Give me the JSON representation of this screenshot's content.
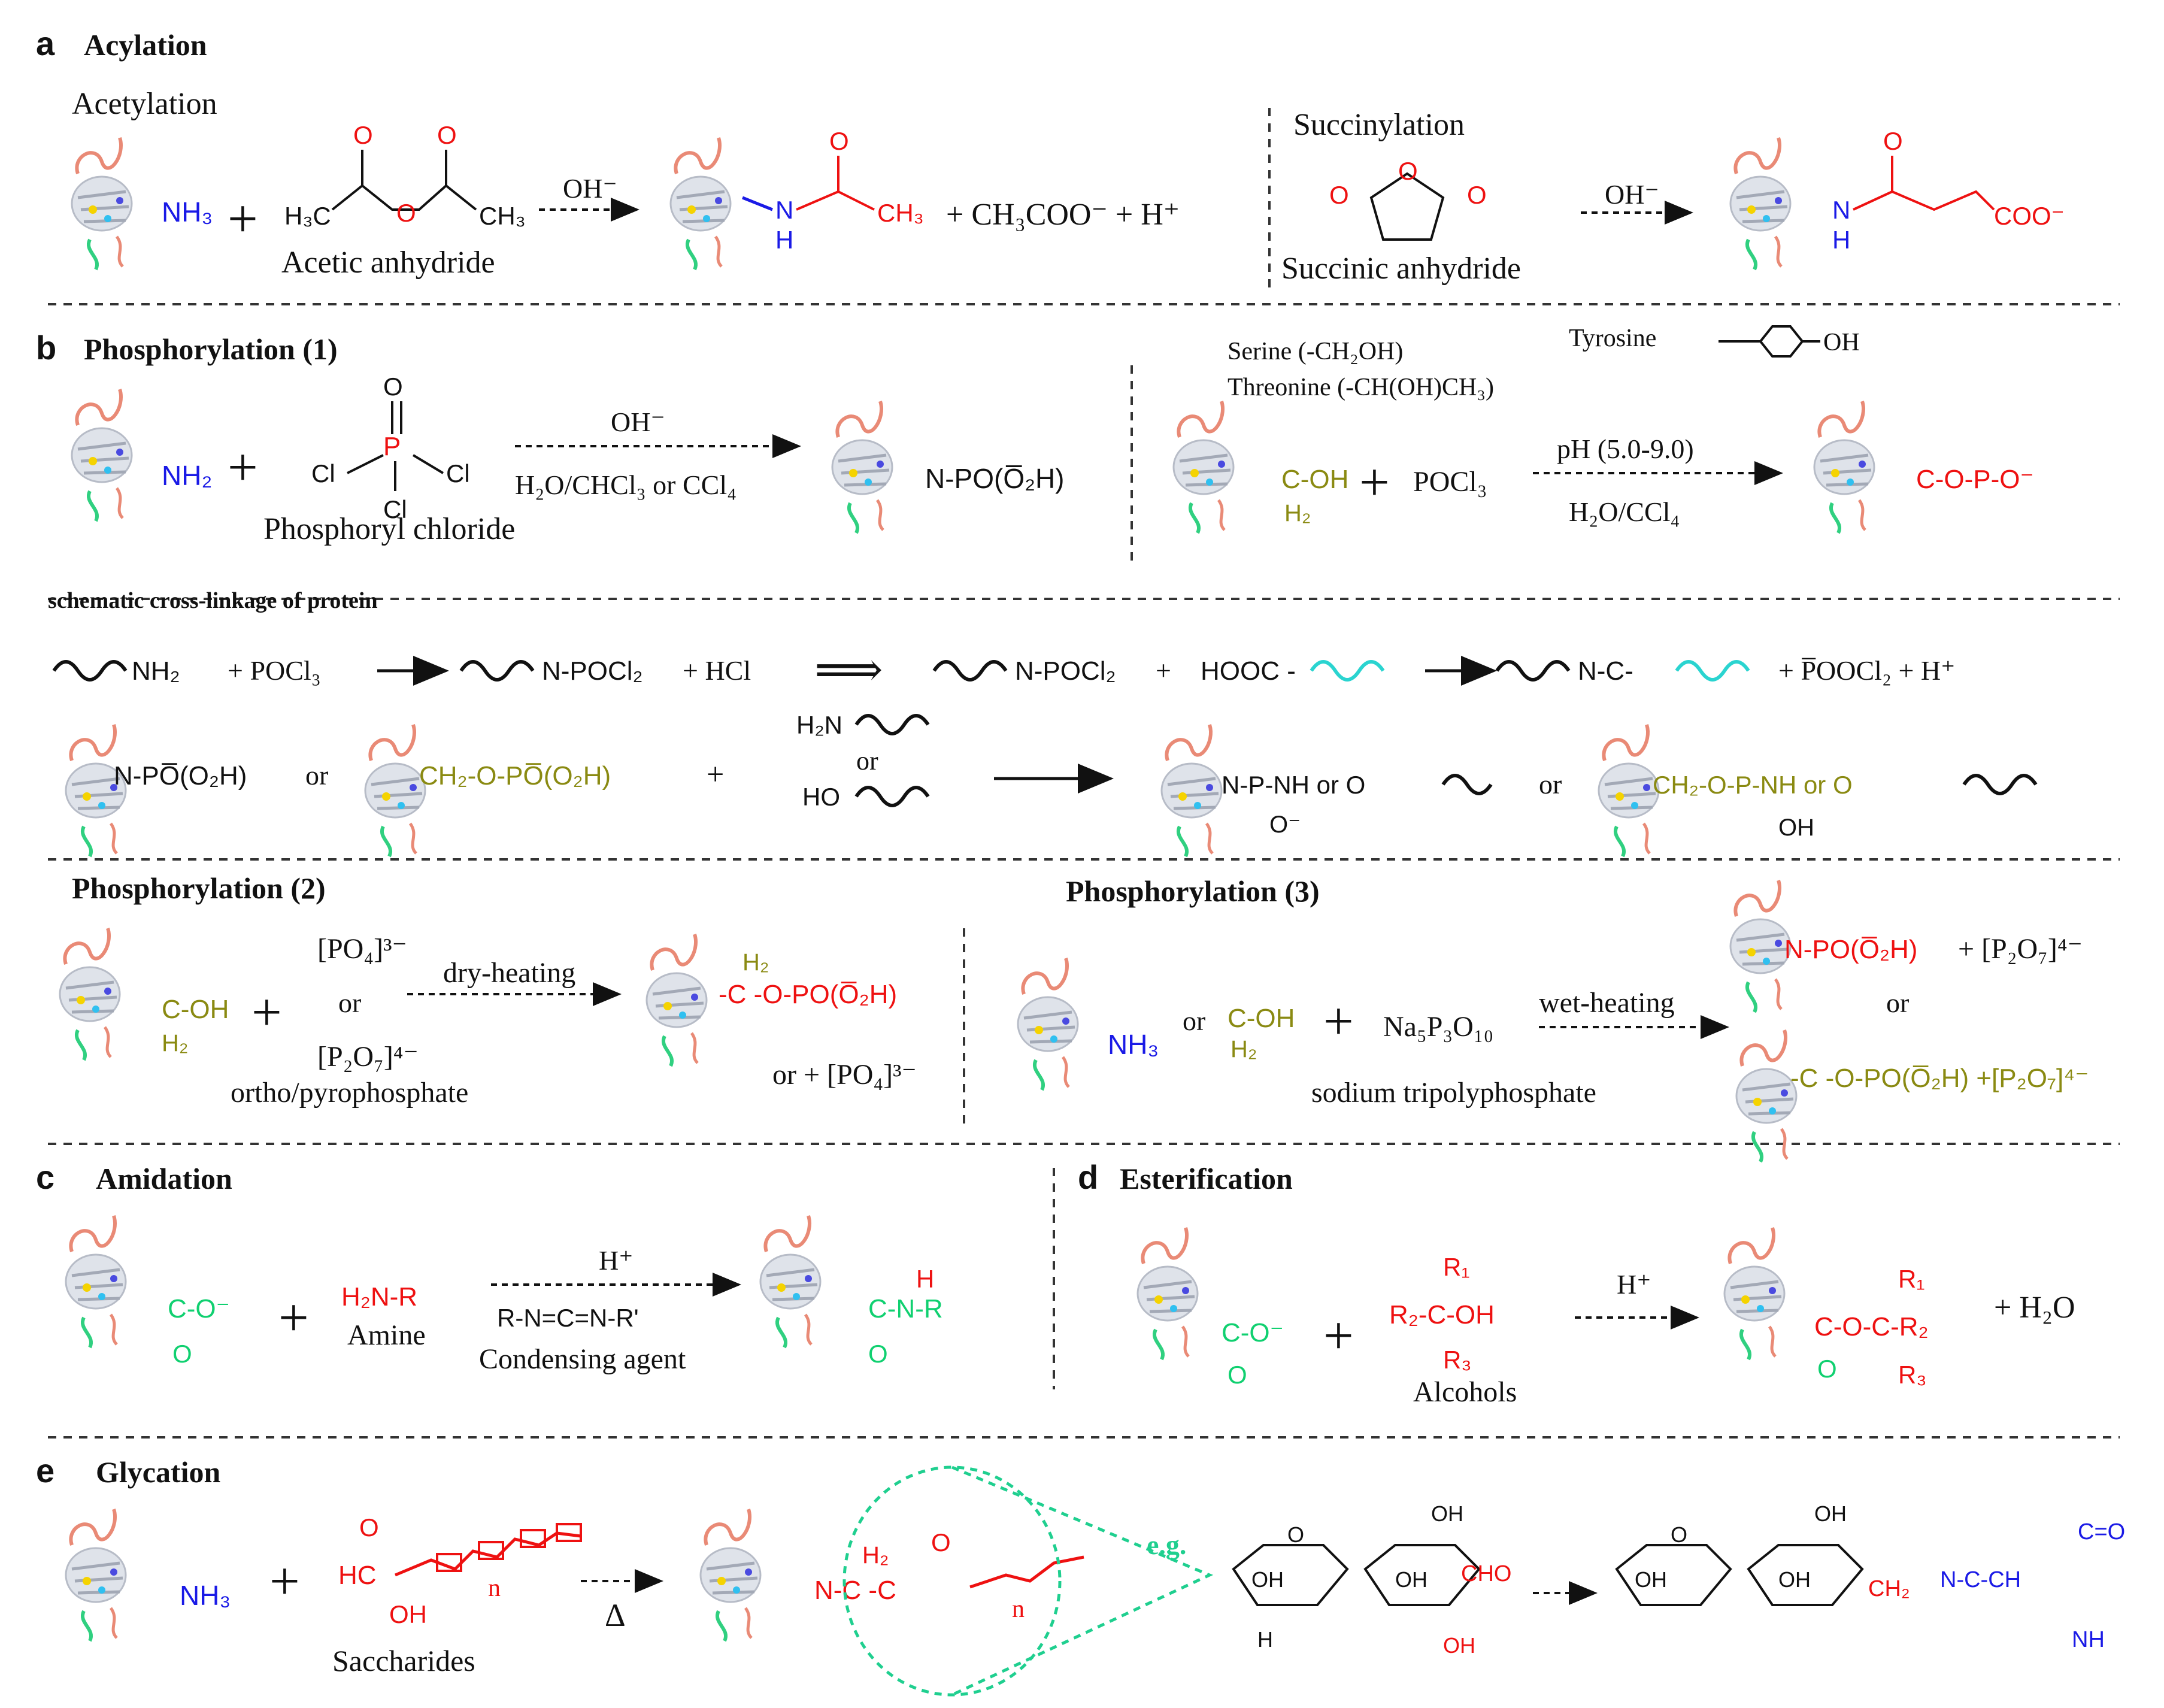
{
  "colors": {
    "black": "#111111",
    "blue": "#1a1ae6",
    "red": "#ee1111",
    "olive": "#8a8a12",
    "green": "#10d070",
    "teal_dash": "#1fcf8f",
    "cyan_chain": "#2ad4d0",
    "protein_salmon": "#e98a76",
    "protein_gray": "#b7bcc7"
  },
  "sections": {
    "a": {
      "letter": "a",
      "title": "Acylation",
      "acetylation_label": "Acetylation",
      "succinylation_label": "Succinylation",
      "acetic_anhydride": "Acetic anhydride",
      "succinic_anhydride": "Succinic anhydride",
      "catalyst": "OH⁻",
      "nh3": "NH₃",
      "ch3_left": "H₃C",
      "ch3_right": "CH₃",
      "o_bridge": "O",
      "o_top": "O",
      "n": "N",
      "h": "H",
      "ch3_product": "CH₃",
      "byproducts": "+ CH₃COO⁻ + H⁺",
      "coo": "COO⁻"
    },
    "b": {
      "letter": "b",
      "title": "Phosphorylation (1)",
      "nh2": "NH₂",
      "pocl_p": "P",
      "cl": "Cl",
      "phosphoryl_chloride": "Phosphoryl chloride",
      "catalyst": "OH⁻",
      "solvent": "H₂O/CHCl₃ or CCl₄",
      "product1": "N-PO(O̅₂H)",
      "serine": "Serine (-CH₂OH)",
      "threonine": "Threonine (-CH(OH)CH₃)",
      "tyrosine": "Tyrosine",
      "ch2oh": "C-OH",
      "h2": "H₂",
      "pocl3": "POCl₃",
      "ph": "pH (5.0-9.0)",
      "solvent2": "H₂O/CCl₄",
      "c_o_p": "C-O-P-O⁻",
      "crosslink_title": "schematic cross-linkage of protein",
      "row1_a": "NH₂",
      "row1_b": "+ POCl₃",
      "row1_c": "N-POCl₂",
      "row1_d": "+ HCl",
      "row1_e": "N-POCl₂",
      "row1_f": "+",
      "row1_g": "HOOC -",
      "row1_h": "N-C-",
      "row1_i": "+ P̅OOCl₂ + H⁺",
      "row2_a": "N-PO̅(O₂H)",
      "row2_or1": "or",
      "row2_b": "CH₂-O-PO̅(O₂H)",
      "row2_plus": "+",
      "row2_h2n": "H₂N",
      "row2_or2": "or",
      "row2_ho": "HO",
      "row2_c": "N-P-NH or O",
      "row2_or3": "or",
      "row2_d": "CH₂-O-P-NH or O",
      "row2_ominus": "O⁻",
      "row2_oh": "OH"
    },
    "b2": {
      "title": "Phosphorylation (2)",
      "ch_oh": "C-OH",
      "h2": "H₂",
      "po4": "[PO₄]³⁻",
      "or": "or",
      "p2o7": "[P₂O₇]⁴⁻",
      "ortho": "ortho/pyrophosphate",
      "dry_heating": "dry-heating",
      "product": "-C -O-PO(O̅₂H)",
      "or_po4": "or + [PO₄]³⁻"
    },
    "b3": {
      "title": "Phosphorylation (3)",
      "nh3": "NH₃",
      "or": "or",
      "ch_oh": "C-OH",
      "h2": "H₂",
      "na": "Na₅P₃O₁₀",
      "stpp": "sodium tripolyphosphate",
      "wet_heating": "wet-heating",
      "prod1": "N-PO(O̅₂H)",
      "plus_p2o7": "+ [P₂O₇]⁴⁻",
      "or2": "or",
      "prod2": "-C -O-PO(O̅₂H) +[P₂O₇]⁴⁻"
    },
    "c": {
      "letter": "c",
      "title": "Amidation",
      "coo": "C-O⁻",
      "o": "O",
      "h2n_r": "H₂N-R",
      "amine": "Amine",
      "catalyst": "H⁺",
      "carbodiimide": "R-N=C=N-R'",
      "condensing": "Condensing agent",
      "product": "C-N-R",
      "h": "H"
    },
    "d": {
      "letter": "d",
      "title": "Esterification",
      "coo": "C-O⁻",
      "o": "O",
      "r1": "R₁",
      "r2c": "R₂-C-OH",
      "r3": "R₃",
      "alcohols": "Alcohols",
      "catalyst": "H⁺",
      "product": "C-O-C-R₂",
      "h2o": "+ H₂O"
    },
    "e": {
      "letter": "e",
      "title": "Glycation",
      "nh3": "NH₃",
      "hc": "HC",
      "o": "O",
      "oh": "OH",
      "n": "n",
      "saccharides": "Saccharides",
      "delta": "Δ",
      "h2c": "H₂",
      "prod": "N-C -C",
      "eg": "e.g.",
      "cho": "CHO",
      "ring_oh": "OH",
      "ring_h": "H",
      "ring_o": "O",
      "ch2": "CH₂",
      "nh_ch": "N-C-CH",
      "c_eq_o": "C=O",
      "nh": "NH"
    }
  }
}
